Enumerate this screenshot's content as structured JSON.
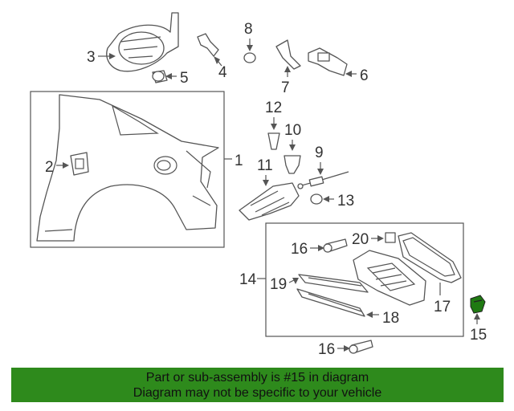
{
  "diagram": {
    "callouts": {
      "c1": "1",
      "c2": "2",
      "c3": "3",
      "c4": "4",
      "c5": "5",
      "c6": "6",
      "c7": "7",
      "c8": "8",
      "c9": "9",
      "c10": "10",
      "c11": "11",
      "c12": "12",
      "c13": "13",
      "c14": "14",
      "c15": "15",
      "c16a": "16",
      "c16b": "16",
      "c17": "17",
      "c18": "18",
      "c19": "19",
      "c20": "20"
    },
    "highlight_color": "#1f7a12"
  },
  "banner": {
    "line1": "Part or sub-assembly is #15 in diagram",
    "line2": "Diagram may not be specific to your vehicle",
    "background": "#2e8a1c"
  }
}
